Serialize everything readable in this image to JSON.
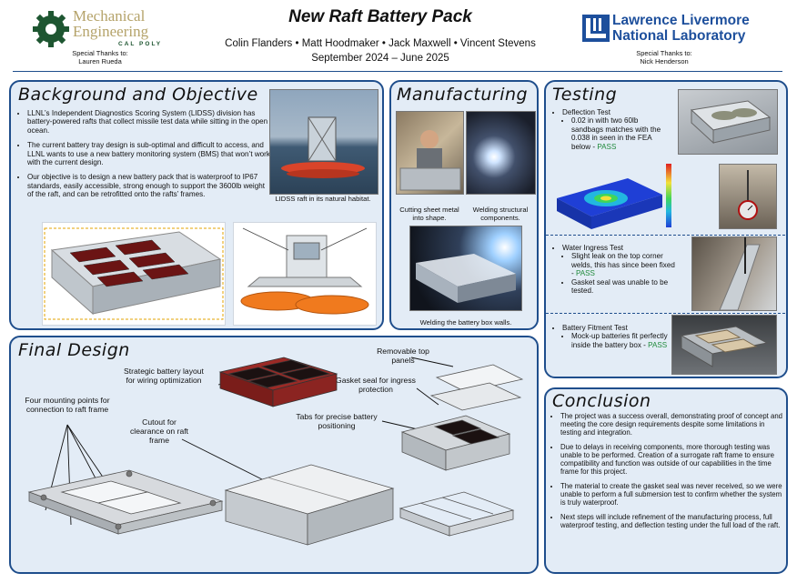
{
  "header": {
    "title": "New Raft Battery Pack",
    "authors": "Colin Flanders • Matt Hoodmaker • Jack Maxwell • Vincent Stevens",
    "dates": "September 2024 – June 2025",
    "left_logo_line1": "Mechanical",
    "left_logo_line2": "Engineering",
    "left_logo_sub": "CAL POLY",
    "left_thanks_label": "Special Thanks to:",
    "left_thanks_name": "Lauren Rueda",
    "right_logo_line1": "Lawrence Livermore",
    "right_logo_line2": "National Laboratory",
    "right_thanks_label": "Special Thanks to:",
    "right_thanks_name": "Nick Henderson"
  },
  "background": {
    "title": "Background and Objective",
    "bullets": [
      "LLNL’s Independent Diagnostics Scoring System (LIDSS) division has battery-powered rafts that collect missile test data while sitting in the open ocean.",
      "The current battery tray design is sub-optimal and difficult to access, and LLNL wants to use a new battery monitoring system (BMS) that won’t work with the current design.",
      "Our objective is to design a new battery pack that is waterproof to IP67 standards, easily accessible, strong enough to support the 3600lb weight of the raft, and can be retrofitted onto the rafts’ frames."
    ],
    "photo_caption": "LIDSS raft in its natural habitat."
  },
  "manufacturing": {
    "title": "Manufacturing",
    "caption_cutting": "Cutting sheet metal into shape.",
    "caption_welding_struct": "Welding structural components.",
    "caption_welding_box": "Welding the battery box walls."
  },
  "testing": {
    "title": "Testing",
    "deflection_title": "Deflection Test",
    "deflection_text": "0.02 in with two 60lb sandbags matches with the 0.038 in seen in the FEA below - ",
    "water_title": "Water Ingress Test",
    "water_text1": "Slight leak on the top corner welds, this has since been fixed - ",
    "water_text2": "Gasket seal was unable to be tested.",
    "fitment_title": "Battery Fitment Test",
    "fitment_text": "Mock-up batteries fit perfectly inside the battery box - ",
    "pass_label": "PASS"
  },
  "final_design": {
    "title": "Final Design",
    "callout_mounting": "Four mounting points for connection to raft frame",
    "callout_battery_layout": "Strategic battery layout for wiring optimization",
    "callout_cutout": "Cutout for clearance on raft frame",
    "callout_panels": "Removable top panels",
    "callout_gasket": "Gasket seal for ingress protection",
    "callout_tabs": "Tabs for precise battery positioning"
  },
  "conclusion": {
    "title": "Conclusion",
    "bullets": [
      "The project was a success overall, demonstrating proof of concept and meeting the core design requirements despite some limitations in testing and integration.",
      "Due to delays in receiving components, more thorough testing was unable to be performed. Creation of a surrogate raft frame to ensure compatibility and function was outside of our capabilities in the time frame for this project.",
      "The material to create the gasket seal was never received, so we were unable to perform a full submersion test to confirm whether the system is truly waterproof.",
      "Next steps will include refinement of the manufacturing process, full waterproof testing, and deflection testing under the full load of the raft."
    ]
  },
  "colors": {
    "panel_border": "#1f4e8c",
    "panel_fill": "#e3ecf6",
    "pass_green": "#1f8a3b",
    "calpoly_green": "#1e5631",
    "calpoly_gold": "#b5a36a",
    "llnl_blue": "#1d4f9c"
  }
}
